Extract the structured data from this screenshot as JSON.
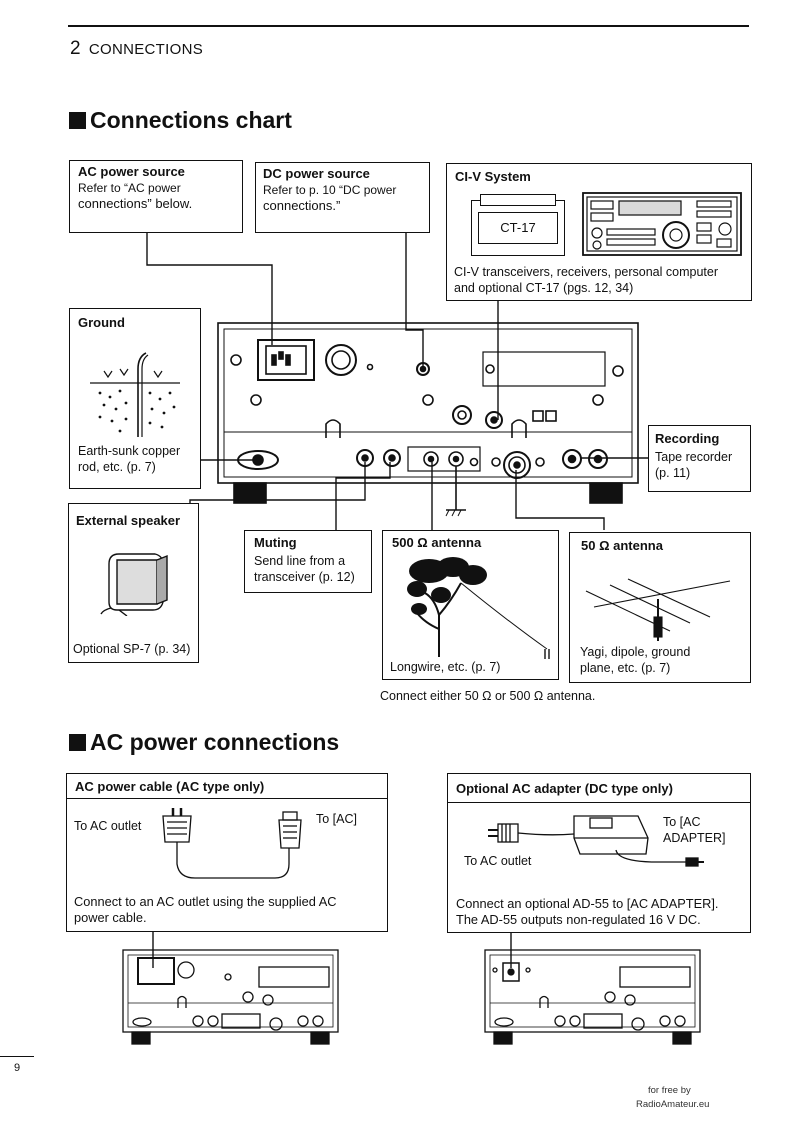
{
  "header": {
    "chapter_number": "2",
    "chapter_title": "CONNECTIONS"
  },
  "section1": {
    "title": "Connections chart"
  },
  "ac_source": {
    "title": "AC power source",
    "line1": "Refer to “AC power",
    "line2": "connections” below."
  },
  "dc_source": {
    "title": "DC power source",
    "line1": "Refer to p. 10 “DC power",
    "line2": "connections.”"
  },
  "civ": {
    "title": "CI-V System",
    "ct17_label": "CT-17",
    "desc1": "CI-V transceivers, receivers, personal computer",
    "desc2": "and optional CT-17 (pgs. 12, 34)"
  },
  "ground": {
    "title": "Ground",
    "desc1": "Earth-sunk copper",
    "desc2": "rod, etc. (p. 7)"
  },
  "recording": {
    "title": "Recording",
    "desc1": "Tape recorder",
    "desc2": "(p. 11)"
  },
  "ext_speaker": {
    "title": "External speaker",
    "desc": "Optional SP-7 (p. 34)"
  },
  "muting": {
    "title": "Muting",
    "desc1": "Send line from a",
    "desc2": "transceiver (p. 12)"
  },
  "ant500": {
    "title": "500 Ω antenna",
    "desc": "Longwire, etc. (p. 7)"
  },
  "ant50": {
    "title": "50 Ω antenna",
    "desc1": "Yagi, dipole, ground",
    "desc2": "plane, etc. (p. 7)"
  },
  "antenna_note": "Connect either 50 Ω or 500 Ω antenna.",
  "section2": {
    "title": "AC power connections"
  },
  "ac_cable": {
    "title": "AC power cable (AC type only)",
    "to_outlet": "To AC outlet",
    "to_ac": "To [AC]",
    "desc1": "Connect to an AC outlet using the supplied AC",
    "desc2": "power cable."
  },
  "ac_adapter": {
    "title": "Optional AC adapter (DC type only)",
    "to_outlet": "To AC outlet",
    "to_adapter1": "To [AC",
    "to_adapter2": "ADAPTER]",
    "desc1": "Connect an optional AD-55 to [AC ADAPTER].",
    "desc2": "The AD-55 outputs non-regulated 16 V DC."
  },
  "footer": {
    "page_number": "9",
    "credit1": "for free by",
    "credit2": "RadioAmateur.eu"
  }
}
